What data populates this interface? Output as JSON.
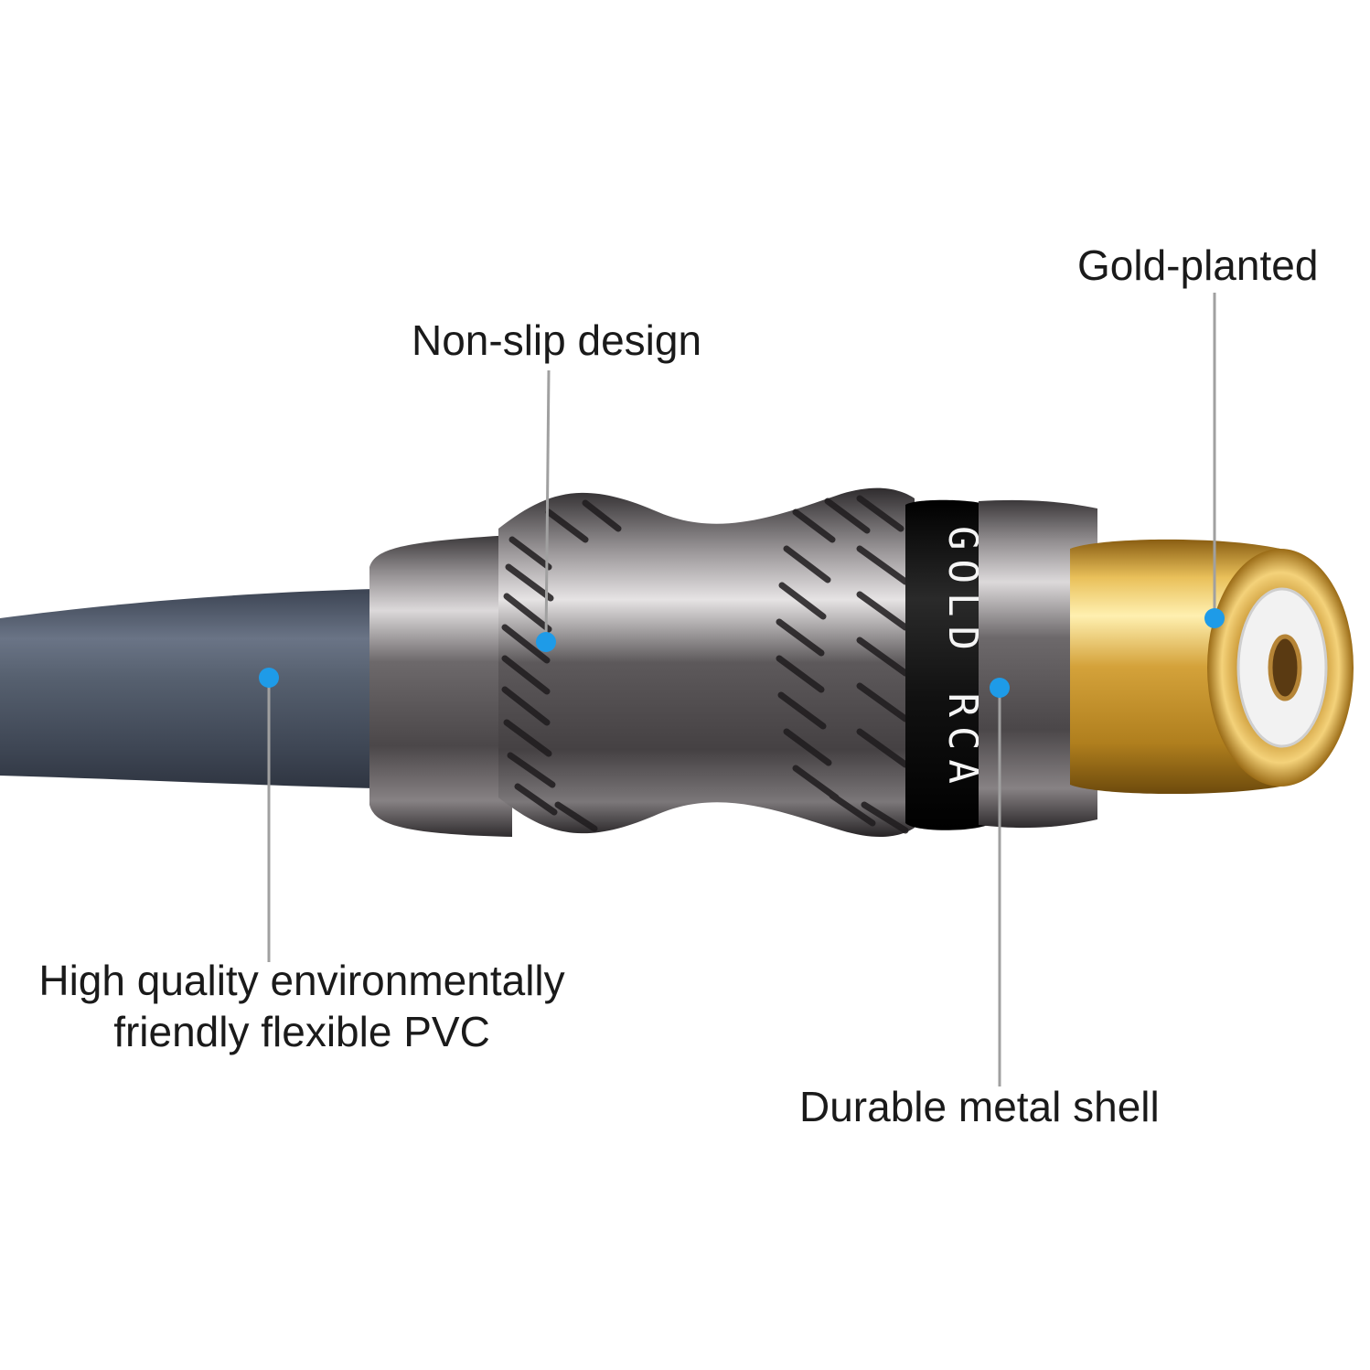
{
  "callouts": {
    "gold_planted": "Gold-planted",
    "non_slip": "Non-slip design",
    "pvc_line1": "High quality environmentally",
    "pvc_line2": "friendly flexible PVC",
    "metal_shell": "Durable metal shell"
  },
  "band_text": "GOLD RCA",
  "colors": {
    "callout_dot": "#1e9be8",
    "leader_line": "#a0a0a0",
    "cable": "#4c5566",
    "shell": "#5a5658",
    "band": "#111111",
    "gold": "#d7a73a",
    "insulator": "#f2f2f2"
  }
}
